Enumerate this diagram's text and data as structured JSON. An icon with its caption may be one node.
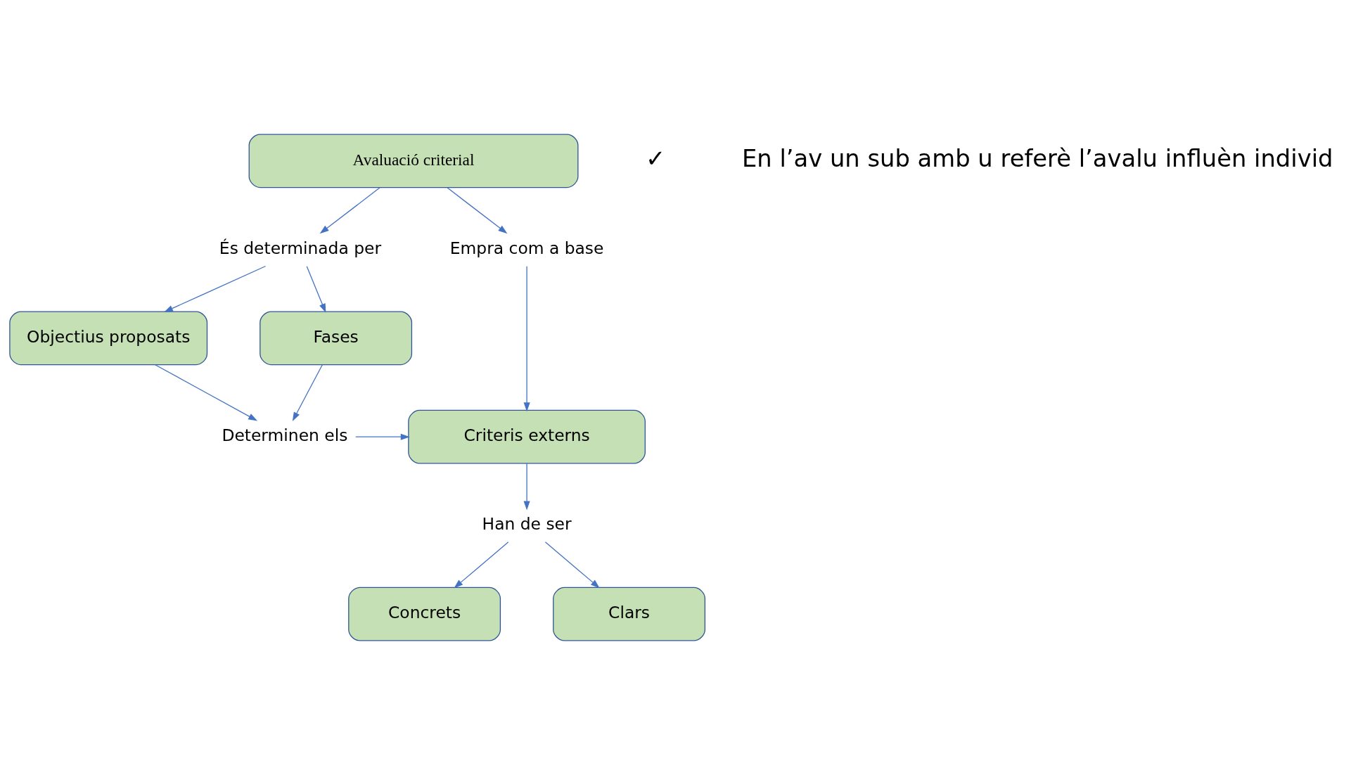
{
  "diagram": {
    "nodes": [
      {
        "text": [
          "Avaluació criterial"
        ]
      },
      {
        "text": [
          "És determinada per"
        ]
      },
      {
        "text": [
          "Empra com a base"
        ]
      },
      {
        "text": [
          "Objectius proposats"
        ]
      },
      {
        "text": [
          "Fases"
        ]
      },
      {
        "text": [
          "Determinen els"
        ]
      },
      {
        "text": [
          "Criteris externs"
        ]
      },
      {
        "text": [
          "Han de ser"
        ]
      },
      {
        "text": [
          "Concrets"
        ]
      },
      {
        "text": [
          "Clars"
        ]
      }
    ],
    "edges": [
      {
        "from": 0,
        "to": 1,
        "arrow": "to"
      },
      {
        "from": 0,
        "to": 2,
        "arrow": "to"
      },
      {
        "from": 1,
        "to": 3,
        "arrow": "to"
      },
      {
        "from": 1,
        "to": 4,
        "arrow": "to"
      },
      {
        "from": 3,
        "to": 5,
        "arrow": "to"
      },
      {
        "from": 4,
        "to": 5,
        "arrow": "to"
      },
      {
        "from": 5,
        "to": 6,
        "arrow": "to"
      },
      {
        "from": 2,
        "to": 6,
        "arrow": "to"
      },
      {
        "from": 6,
        "to": 7,
        "arrow": "to"
      },
      {
        "from": 7,
        "to": 8,
        "arrow": "to"
      },
      {
        "from": 7,
        "to": 9,
        "arrow": "to"
      }
    ],
    "labels": [
      "✓",
      "En l’av un sub amb u referè l’avalu influèn individ"
    ]
  }
}
